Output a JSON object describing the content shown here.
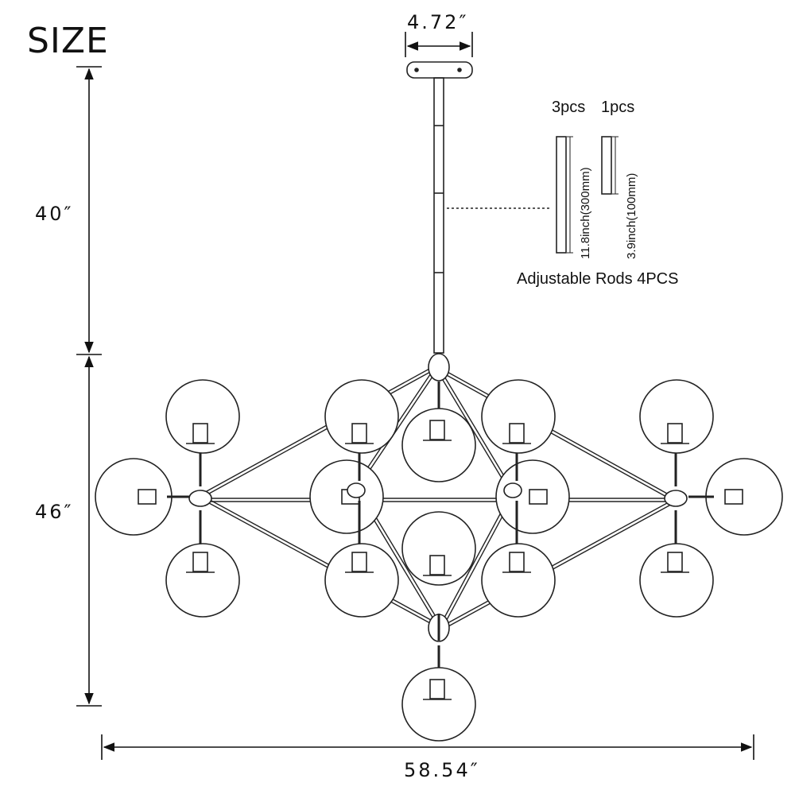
{
  "title": "SIZE",
  "dimensions": {
    "canopy_width": "4.72″",
    "rod_height": "40″",
    "body_height": "46″",
    "overall_width": "58.54″"
  },
  "rods": {
    "long_count": "3pcs",
    "short_count": "1pcs",
    "long_length": "11.8inch(300mm)",
    "short_length": "3.9inch(100mm)",
    "caption": "Adjustable Rods 4PCS"
  }
}
